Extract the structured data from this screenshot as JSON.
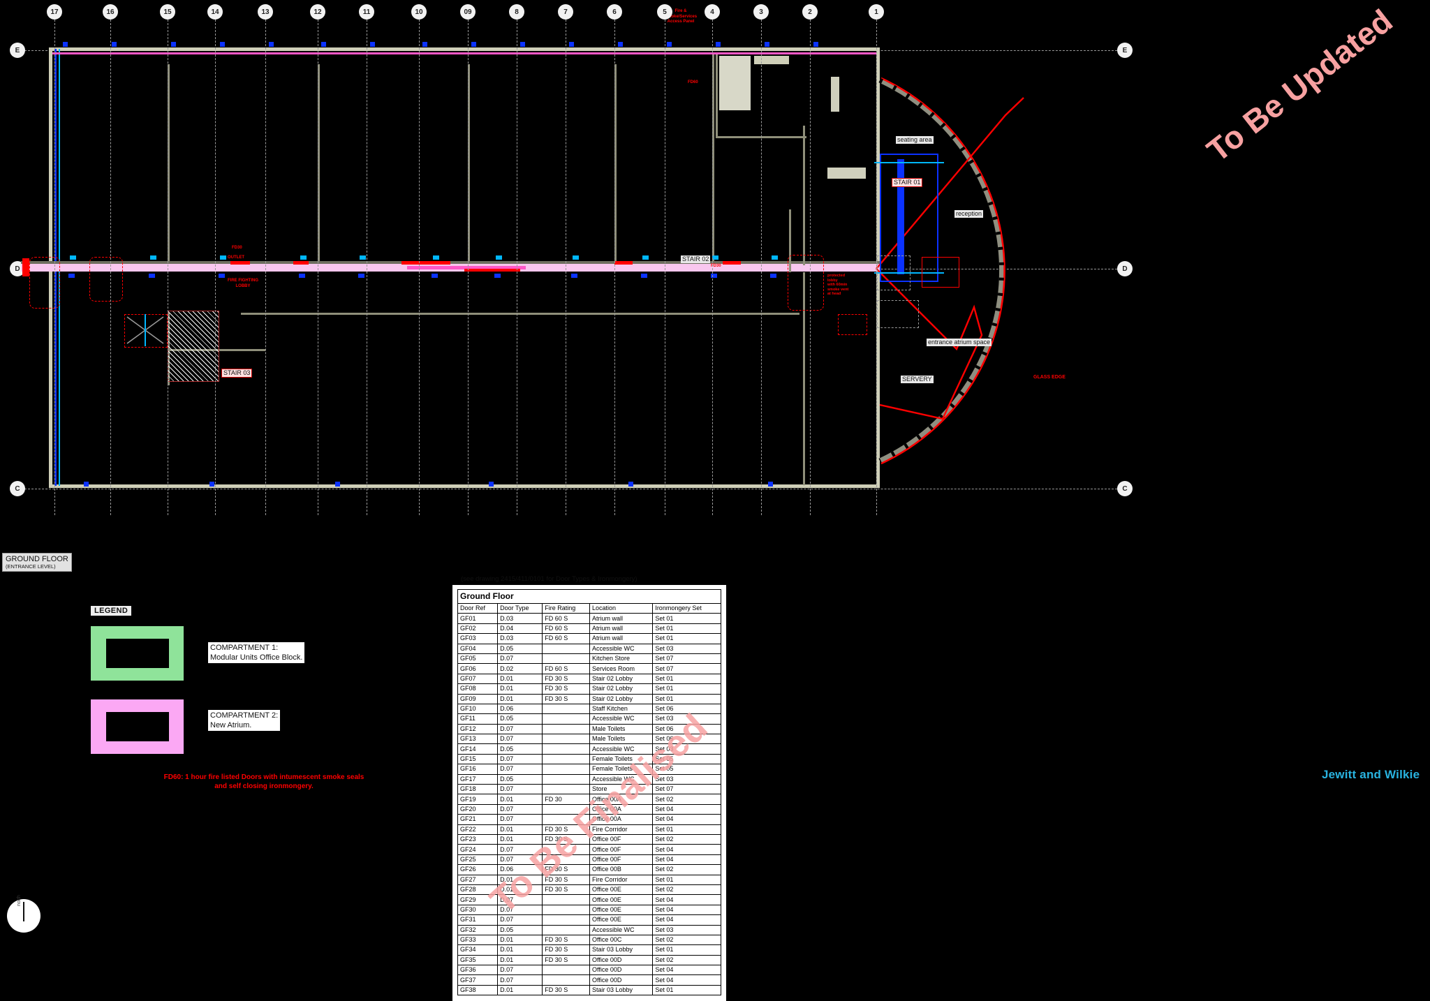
{
  "drawing": {
    "floor_label_title": "GROUND FLOOR",
    "floor_label_sub": "(ENTRANCE LEVEL)",
    "brand": "Jewitt and Wilkie",
    "north_text": "north",
    "watermark_top": "To Be Updated",
    "watermark_table": "To Be Finalised"
  },
  "grid": {
    "top_bubbles": [
      "17",
      "16",
      "15",
      "14",
      "13",
      "12",
      "11",
      "10",
      "09",
      "8",
      "7",
      "6",
      "5",
      "4",
      "3",
      "2",
      "1"
    ],
    "right_bubbles": [
      "E",
      "D",
      "C"
    ]
  },
  "plan_labels": {
    "seating_area": "seating area",
    "reception": "reception",
    "stair01": "STAIR 01",
    "stair02": "STAIR 02",
    "stair03": "STAIR 03",
    "servery": "SERVERY",
    "entrance_atrium": "entrance atrium space",
    "glass_edge": "GLASS EDGE",
    "fire_panel": "Fire &\nSmoke/Services\nAccess Panel",
    "existing_lobby": "FIRE FIGHTING\nLOBBY",
    "outlet": "OUTLET",
    "protected_note": "protected\nlobby\nwith 60min\nsmoke vent\nat head"
  },
  "legend": {
    "title": "LEGEND",
    "items": [
      {
        "color": "#8fe39a",
        "text": "COMPARTMENT 1:\nModular Units Office Block."
      },
      {
        "color": "#fba8f4",
        "text": "COMPARTMENT 2:\nNew Atrium."
      }
    ],
    "note": "FD60: 1 hour fire listed  Doors with intumescent smoke seals\nand self closing ironmongery."
  },
  "schedule": {
    "caption": "(see drawing 2415/411/0101 for Door Types & Ironmongery)",
    "floor_title": "Ground Floor",
    "columns": [
      "Door Ref",
      "Door Type",
      "Fire Rating",
      "Location",
      "Ironmongery Set"
    ],
    "rows": [
      [
        "GF01",
        "D.03",
        "FD 60 S",
        "Atrium wall",
        "Set 01"
      ],
      [
        "GF02",
        "D.04",
        "FD 60 S",
        "Atrium wall",
        "Set 01"
      ],
      [
        "GF03",
        "D.03",
        "FD 60 S",
        "Atrium wall",
        "Set 01"
      ],
      [
        "GF04",
        "D.05",
        "",
        "Accessible WC",
        "Set 03"
      ],
      [
        "GF05",
        "D.07",
        "",
        "Kitchen Store",
        "Set 07"
      ],
      [
        "GF06",
        "D.02",
        "FD 60 S",
        "Services Room",
        "Set 07"
      ],
      [
        "GF07",
        "D.01",
        "FD 30 S",
        "Stair 02 Lobby",
        "Set 01"
      ],
      [
        "GF08",
        "D.01",
        "FD 30 S",
        "Stair 02 Lobby",
        "Set 01"
      ],
      [
        "GF09",
        "D.01",
        "FD 30 S",
        "Stair 02 Lobby",
        "Set 01"
      ],
      [
        "GF10",
        "D.06",
        "",
        "Staff Kitchen",
        "Set 06"
      ],
      [
        "GF11",
        "D.05",
        "",
        "Accessible WC",
        "Set 03"
      ],
      [
        "GF12",
        "D.07",
        "",
        "Male Toilets",
        "Set 06"
      ],
      [
        "GF13",
        "D.07",
        "",
        "Male Toilets",
        "Set 06"
      ],
      [
        "GF14",
        "D.05",
        "",
        "Accessible WC",
        "Set 03"
      ],
      [
        "GF15",
        "D.07",
        "",
        "Female Toilets",
        "Set 05"
      ],
      [
        "GF16",
        "D.07",
        "",
        "Female Toilets",
        "Set 05"
      ],
      [
        "GF17",
        "D.05",
        "",
        "Accessible WC",
        "Set 03"
      ],
      [
        "GF18",
        "D.07",
        "",
        "Store",
        "Set 07"
      ],
      [
        "GF19",
        "D.01",
        "FD 30",
        "Office 00A",
        "Set 02"
      ],
      [
        "GF20",
        "D.07",
        "",
        "Office 00A",
        "Set 04"
      ],
      [
        "GF21",
        "D.07",
        "",
        "Office 00A",
        "Set 04"
      ],
      [
        "GF22",
        "D.01",
        "FD 30 S",
        "Fire Corridor",
        "Set 01"
      ],
      [
        "GF23",
        "D.01",
        "FD 30 S",
        "Office 00F",
        "Set 02"
      ],
      [
        "GF24",
        "D.07",
        "",
        "Office 00F",
        "Set 04"
      ],
      [
        "GF25",
        "D.07",
        "",
        "Office 00F",
        "Set 04"
      ],
      [
        "GF26",
        "D.06",
        "FD 30 S",
        "Office 00B",
        "Set 02"
      ],
      [
        "GF27",
        "D.01",
        "FD 30 S",
        "Fire Corridor",
        "Set 01"
      ],
      [
        "GF28",
        "D.01",
        "FD 30 S",
        "Office 00E",
        "Set 02"
      ],
      [
        "GF29",
        "D.07",
        "",
        "Office 00E",
        "Set 04"
      ],
      [
        "GF30",
        "D.07",
        "",
        "Office 00E",
        "Set 04"
      ],
      [
        "GF31",
        "D.07",
        "",
        "Office 00E",
        "Set 04"
      ],
      [
        "GF32",
        "D.05",
        "",
        "Accessible WC",
        "Set 03"
      ],
      [
        "GF33",
        "D.01",
        "FD 30 S",
        "Office 00C",
        "Set 02"
      ],
      [
        "GF34",
        "D.01",
        "FD 30 S",
        "Stair 03 Lobby",
        "Set 01"
      ],
      [
        "GF35",
        "D.01",
        "FD 30 S",
        "Office 00D",
        "Set 02"
      ],
      [
        "GF36",
        "D.07",
        "",
        "Office 00D",
        "Set 04"
      ],
      [
        "GF37",
        "D.07",
        "",
        "Office 00D",
        "Set 04"
      ],
      [
        "GF38",
        "D.01",
        "FD 30 S",
        "Stair 03 Lobby",
        "Set 01"
      ]
    ]
  },
  "colors": {
    "compartment1": "#8fe39a",
    "compartment2": "#fba8f4",
    "fire_red": "#ff0000",
    "brand_blue": "#29b3e0",
    "watermark": "#f7a1a1",
    "grid_gray": "#9a9a9a"
  }
}
